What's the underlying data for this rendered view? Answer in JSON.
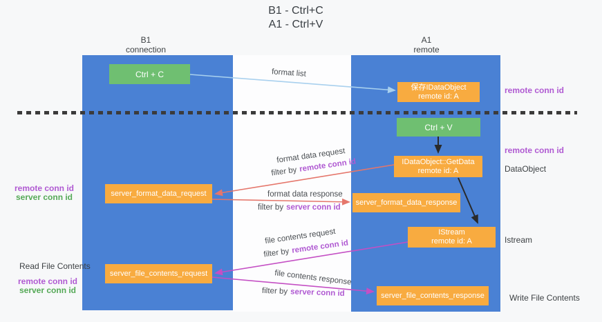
{
  "title": {
    "line1": "B1 - Ctrl+C",
    "line2": "A1 - Ctrl+V"
  },
  "lanes": {
    "left": {
      "name": "B1",
      "role": "connection"
    },
    "right": {
      "name": "A1",
      "role": "remote"
    }
  },
  "nodes": {
    "ctrl_c": "Ctrl + C",
    "ctrl_v": "Ctrl + V",
    "save_idataobject": {
      "title": "保存IDataObject",
      "subtitle": "remote id: A"
    },
    "getdata": {
      "title": "IDataObject::GetData",
      "subtitle": "remote id: A"
    },
    "istream": {
      "title": "IStream",
      "subtitle": "remote id: A"
    },
    "server_format_data_request": "server_format_data_request",
    "server_format_data_response": "server_format_data_response",
    "server_file_contents_request": "server_file_contents_request",
    "server_file_contents_response": "server_file_contents_response"
  },
  "side_labels": {
    "remote_conn_id_top_right": "remote conn id",
    "remote_conn_id_mid_right": "remote conn id",
    "dataobject": "DataObject",
    "istream": "Istream",
    "write_file_contents": "Write File Contents",
    "read_file_contents": "Read File Contents",
    "remote_conn_id_left": "remote conn id",
    "server_conn_id_left": "server conn id"
  },
  "flow_labels": {
    "format_list": "format list",
    "format_data_request": "format data request",
    "format_data_response": "format data response",
    "file_contents_request": "file contents request",
    "file_contents_response": "file contents response",
    "filter_by": "filter by",
    "remote_conn_id": "remote conn id",
    "server_conn_id": "server conn id"
  },
  "colors": {
    "lane_blue": "#4a81d4",
    "box_green": "#6fbf71",
    "box_orange": "#f8ab40",
    "arrow_red": "#e5766b",
    "arrow_magenta": "#c44fc4",
    "arrow_light_blue": "#a8d0ee",
    "arrow_black": "#2a2a2a",
    "text_purple": "#b05ad2",
    "text_green": "#55a957",
    "text_dark": "#3c4043"
  }
}
